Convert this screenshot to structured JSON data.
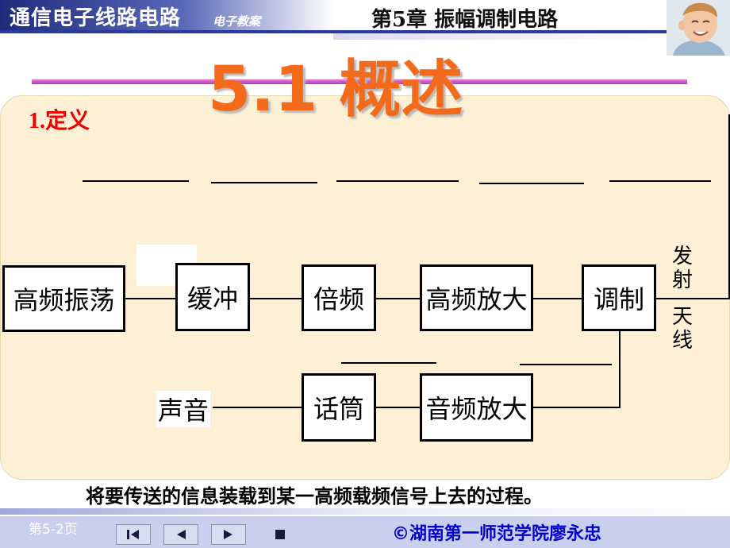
{
  "header": {
    "course_title": "通信电子线路电路",
    "subtitle": "电子教案",
    "chapter_title": "第5章 振幅调制电路"
  },
  "slide": {
    "title": "5.1 概述",
    "definition_number": "1.",
    "definition_label": "定义",
    "caption": "将要传送的信息装载到某一高频载频信号上去的过程。"
  },
  "diagram": {
    "top_row": [
      "高频振荡",
      "缓冲",
      "倍频",
      "高频放大",
      "调制"
    ],
    "bottom_row": [
      "声音",
      "话筒",
      "音频放大"
    ],
    "antenna_label_1": "发射",
    "antenna_label_2": "天线"
  },
  "footer": {
    "page": "第5-2页",
    "credit": "©湖南第一师范学院廖永忠",
    "nav_icons": [
      "first-page-icon",
      "prev-page-icon",
      "next-page-icon",
      "stop-icon"
    ]
  },
  "colors": {
    "header_blue": "#1f2a7a",
    "title_orange": "#f36a1a",
    "definition_red": "#ee0000",
    "panel_bg": "#fdf0d4",
    "credit_blue": "#0000cc"
  }
}
